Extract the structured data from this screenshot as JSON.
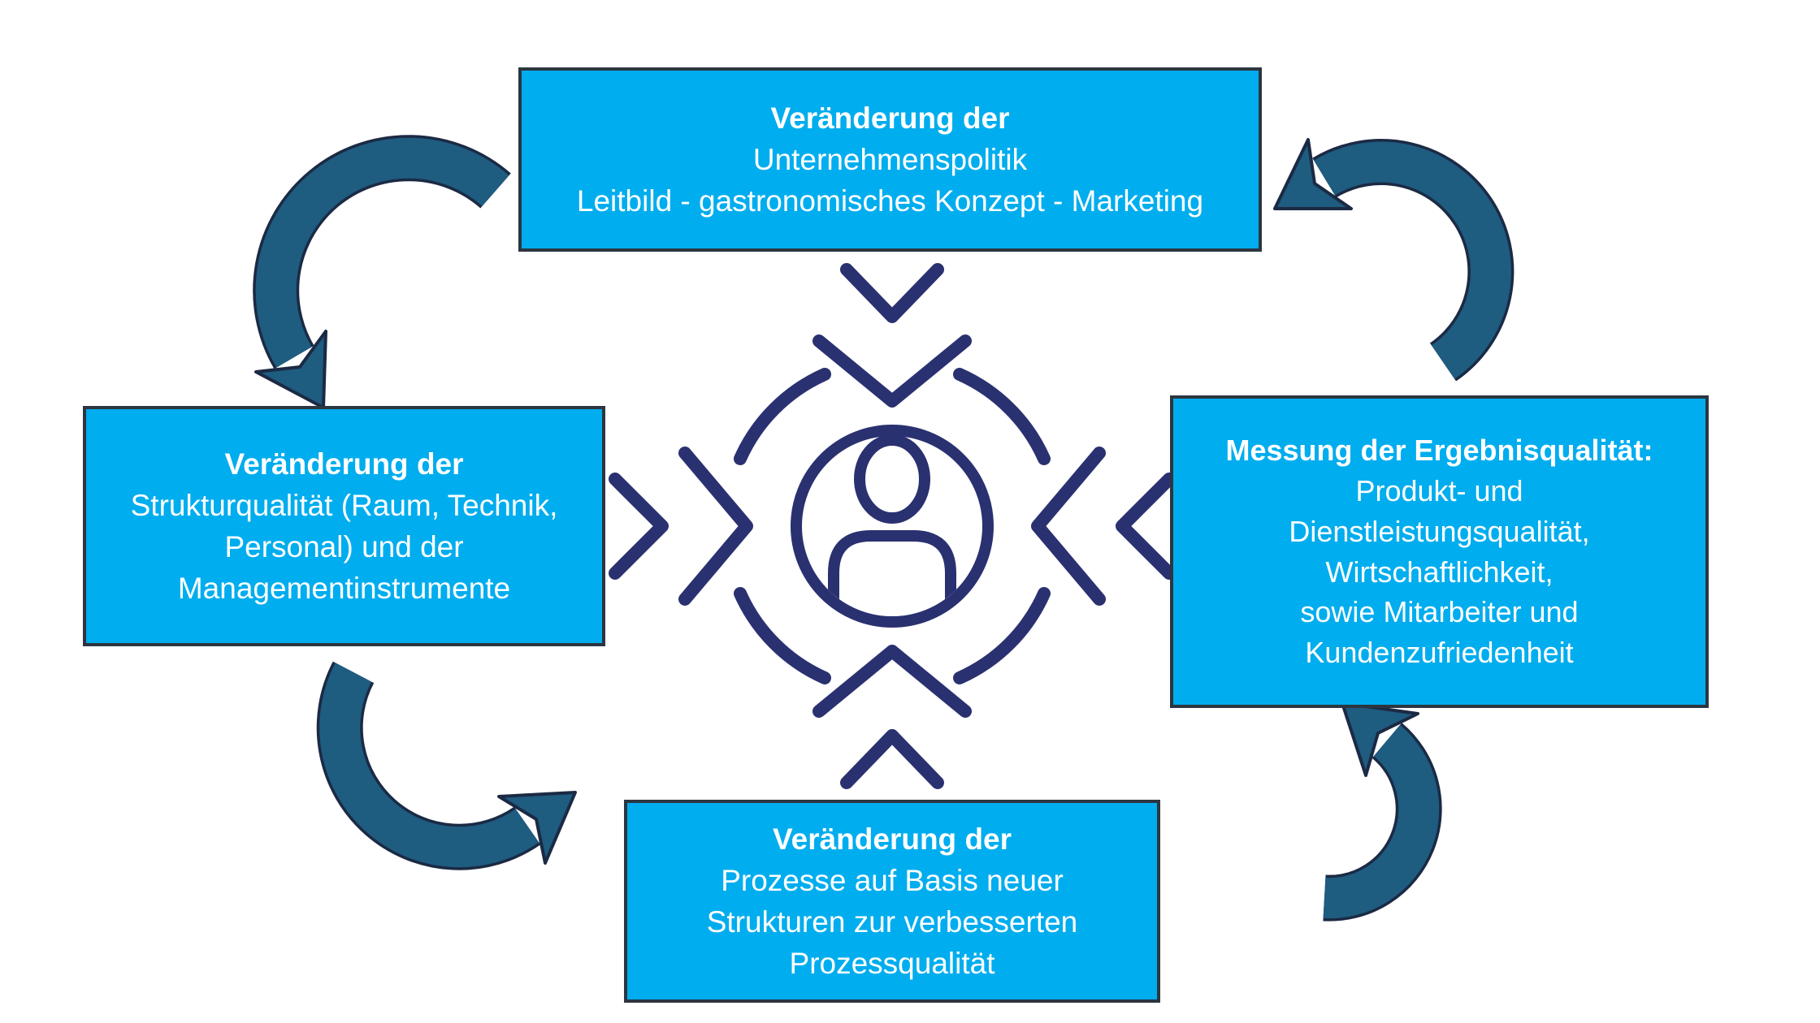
{
  "boxes": {
    "top": {
      "heading": "Veränderung der",
      "lines": [
        "Unternehmenspolitik",
        "Leitbild - gastronomisches Konzept -  Marketing"
      ]
    },
    "left": {
      "heading": "Veränderung der",
      "lines": [
        "Strukturqualität (Raum, Technik,",
        "Personal) und der",
        "Managementinstrumente"
      ]
    },
    "right": {
      "heading": "Messung der Ergebnisqualität:",
      "lines": [
        "Produkt- und",
        "Dienstleistungsqualität,",
        "Wirtschaftlichkeit,",
        "sowie Mitarbeiter und",
        "Kundenzufriedenheit"
      ]
    },
    "bottom": {
      "heading": "Veränderung der",
      "lines": [
        "Prozesse auf Basis neuer",
        "Strukturen zur verbesserten",
        "Prozessqualität"
      ]
    }
  },
  "icons": {
    "center": "person-in-target-with-inward-chevrons-icon",
    "arrows": "curved-cycle-arrow"
  },
  "colors": {
    "background": "#FFFFFF",
    "box_fill": "#00ADEE",
    "box_border": "#2C3640",
    "box_text": "#FFFFFF",
    "icon_navy": "#2A3170",
    "arrow_fill": "#1E5C80",
    "arrow_outline": "#1B2A44"
  }
}
